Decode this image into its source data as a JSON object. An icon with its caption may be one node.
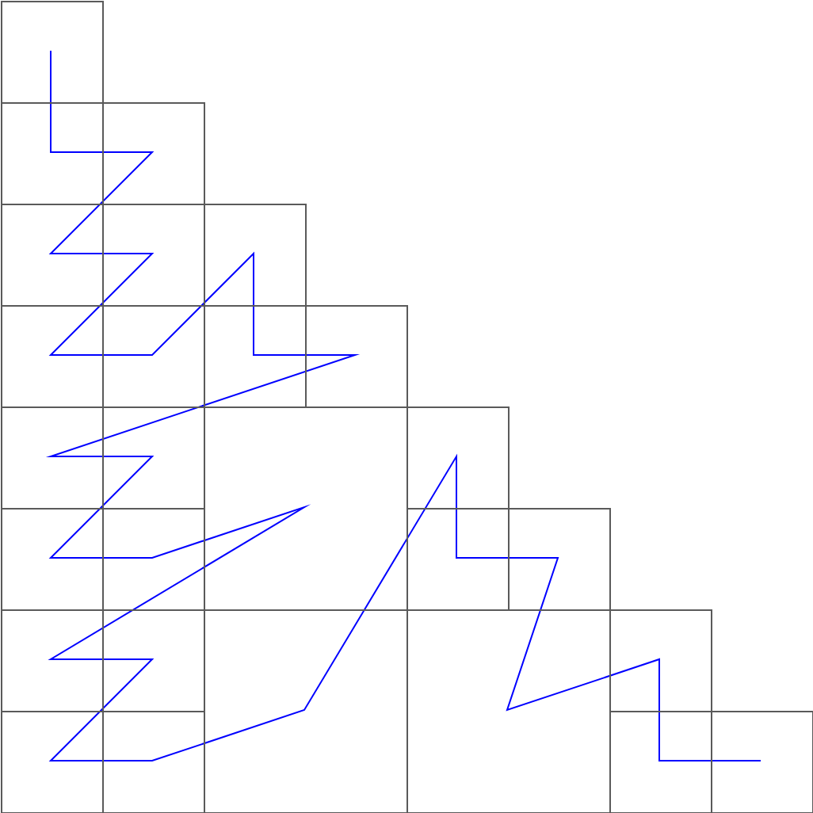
{
  "diagram": {
    "nodes": [
      {
        "text": [],
        "shape": "box"
      },
      {
        "text": [],
        "shape": "box"
      },
      {
        "text": [],
        "shape": "box"
      },
      {
        "text": [],
        "shape": "box"
      },
      {
        "text": [],
        "shape": "box"
      },
      {
        "text": [],
        "shape": "box"
      },
      {
        "text": [],
        "shape": "box"
      },
      {
        "text": [],
        "shape": "box"
      },
      {
        "text": [],
        "shape": "box"
      },
      {
        "text": [],
        "shape": "box"
      },
      {
        "text": [],
        "shape": "box"
      },
      {
        "text": [],
        "shape": "box"
      },
      {
        "text": [],
        "shape": "box"
      },
      {
        "text": [],
        "shape": "box"
      },
      {
        "text": [],
        "shape": "box"
      },
      {
        "text": [],
        "shape": "box"
      },
      {
        "text": [],
        "shape": "box"
      },
      {
        "text": [],
        "shape": "box"
      },
      {
        "text": [],
        "shape": "box"
      },
      {
        "text": [],
        "shape": "box"
      },
      {
        "text": [],
        "shape": "box"
      },
      {
        "text": [],
        "shape": "box"
      },
      {
        "text": [],
        "shape": "box"
      },
      {
        "text": [],
        "shape": "box"
      },
      {
        "text": [],
        "shape": "box"
      },
      {
        "text": [],
        "shape": "box"
      },
      {
        "text": [],
        "shape": "box"
      }
    ]
  }
}
